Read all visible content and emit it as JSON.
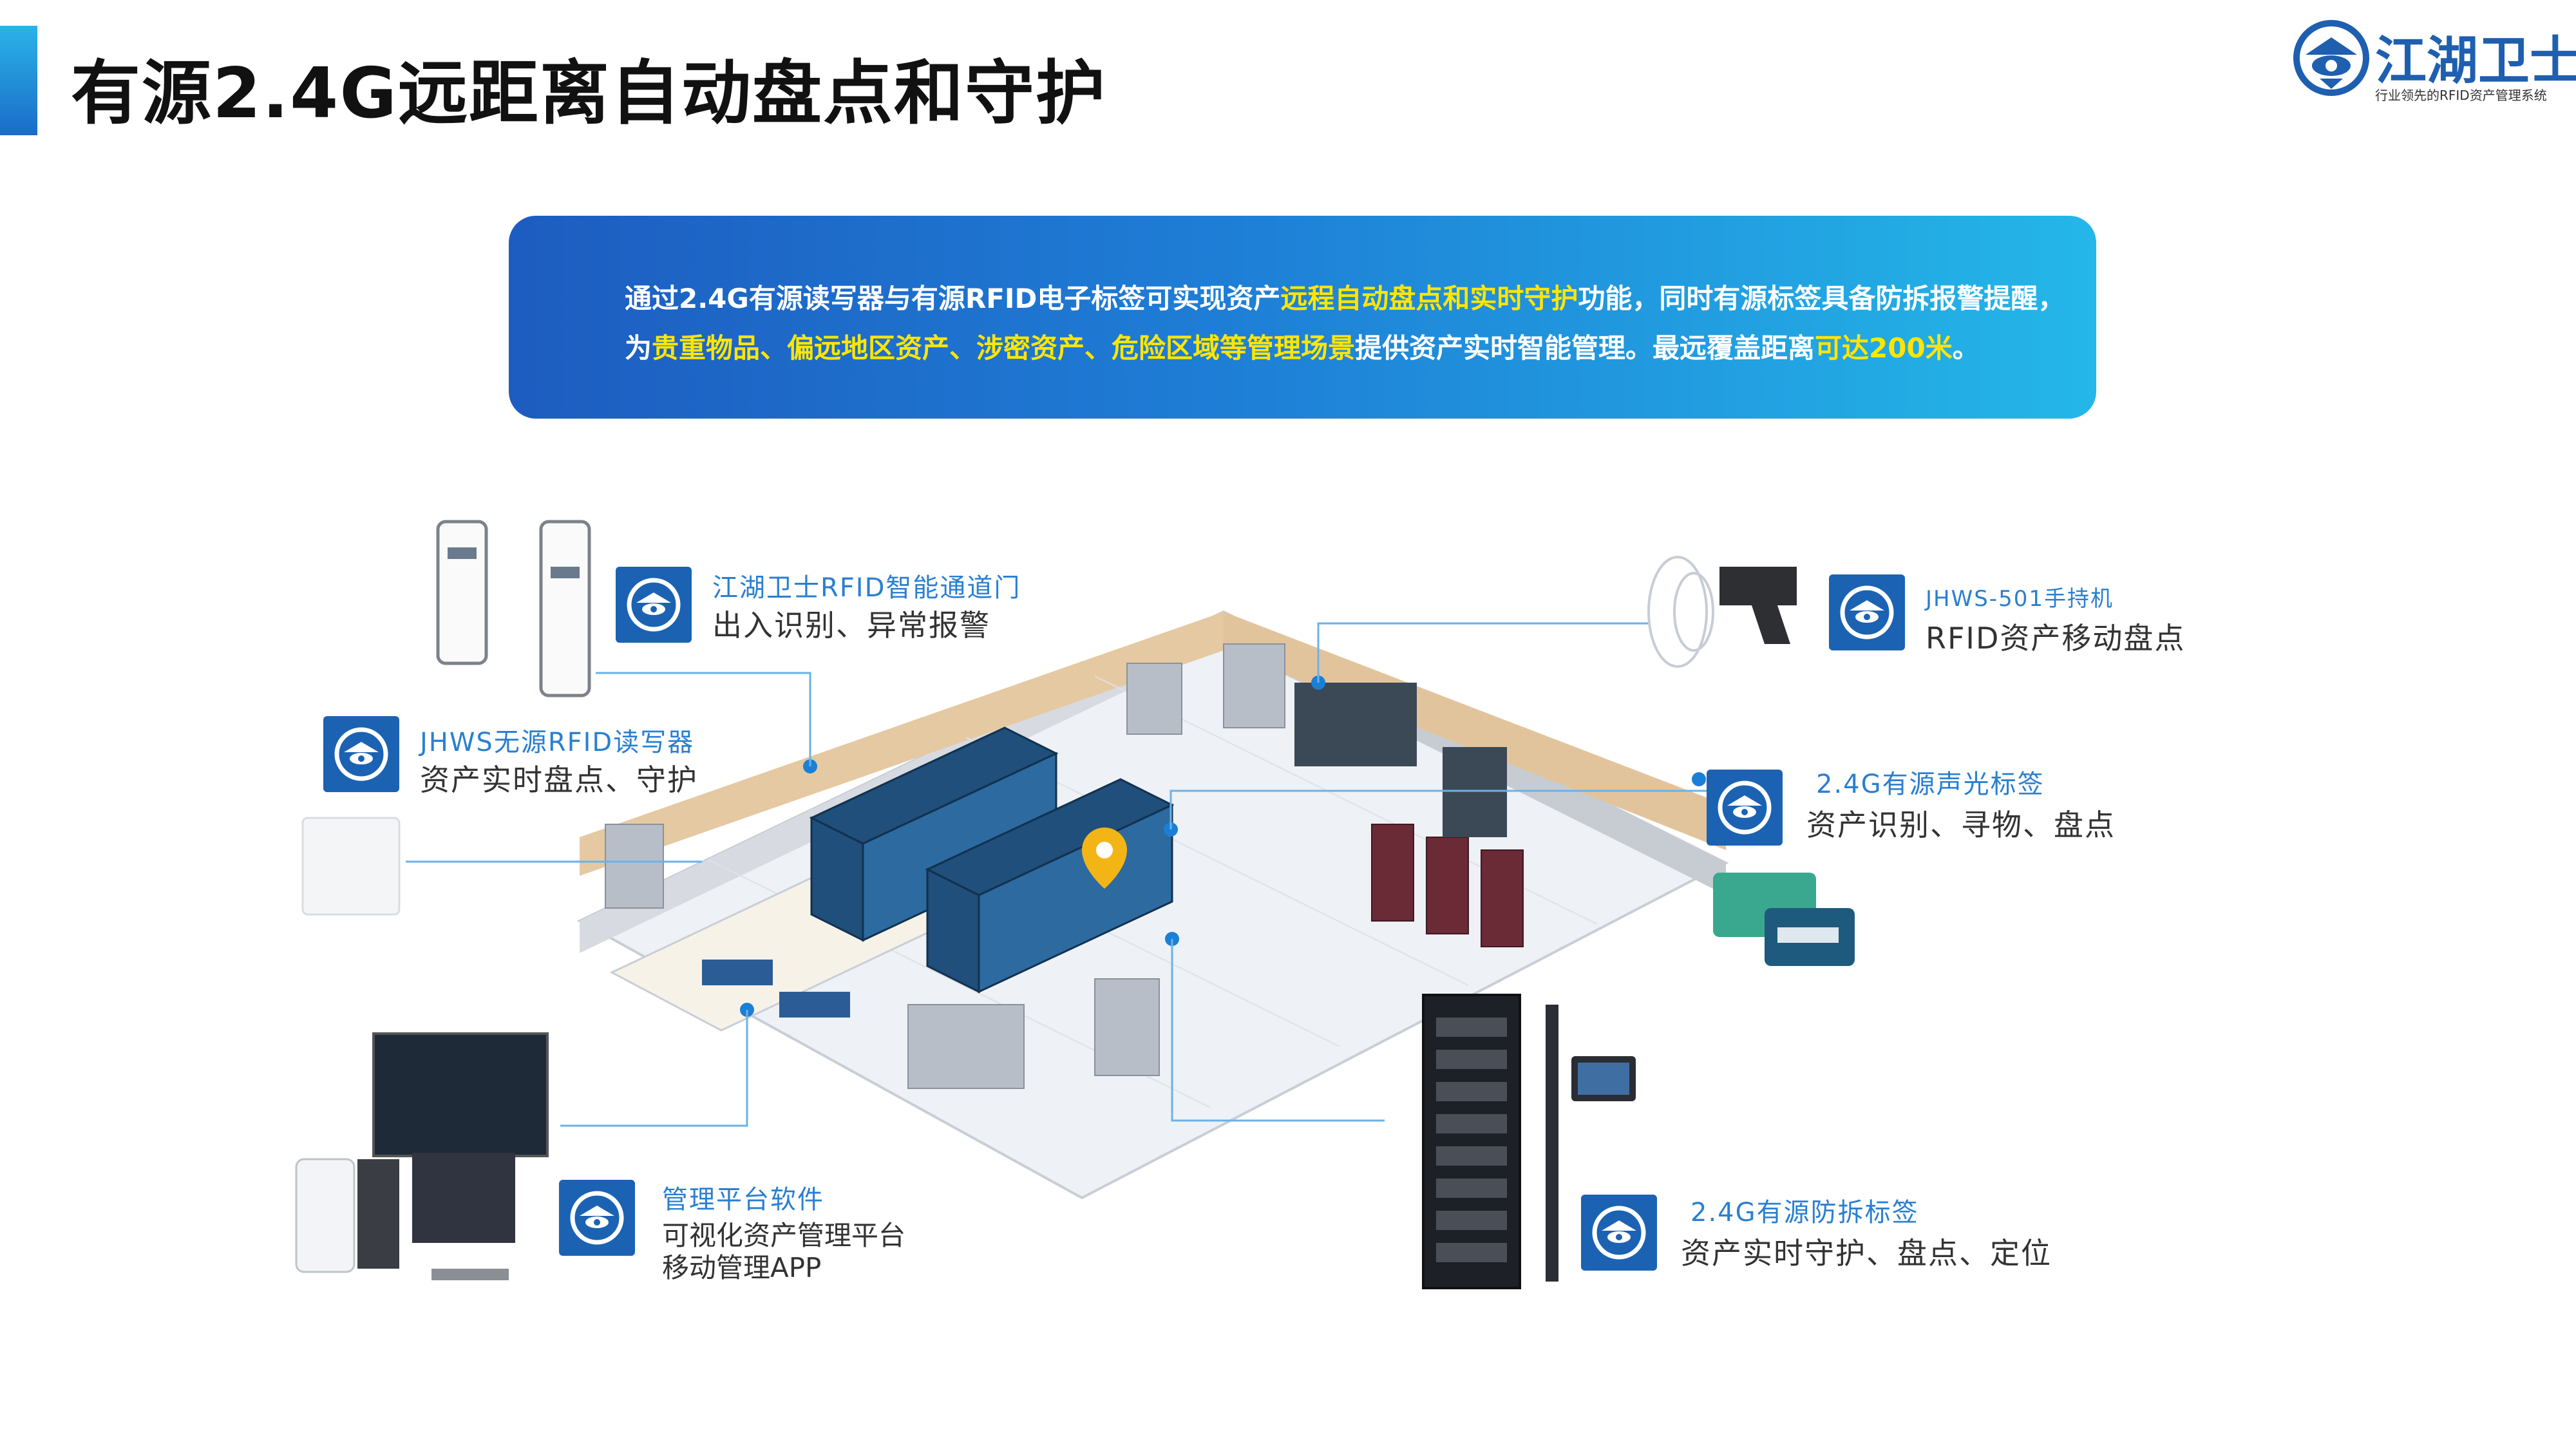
{
  "header": {
    "title": "有源2.4G远距离自动盘点和守护",
    "brand": {
      "name": "江湖卫士",
      "tagline": "行业领先的RFID资产管理系统",
      "color": "#1e5fb0"
    }
  },
  "banner": {
    "line1": {
      "part1": "通过2.4G有源读写器与有源RFID电子标签可实现资产",
      "highlight1": "远程自动盘点和实时守护",
      "part2": "功能，同时有源标签具备防拆报警提醒，"
    },
    "line2": {
      "part1": "为",
      "highlight1": "贵重物品、偏远地区资产、涉密资产、危险区域等管理场景",
      "part2": "提供资产实时智能管理。最远覆盖距离",
      "highlight2": "可达200米",
      "part3": "。"
    },
    "colors": {
      "start": "#1d5cc0",
      "end": "#24b7e8",
      "highlight": "#ffe600"
    }
  },
  "features": [
    {
      "icon": "shield-eye-icon",
      "title": "江湖卫士RFID智能通道门",
      "desc": "出入识别、异常报警"
    },
    {
      "icon": "shield-eye-icon",
      "title": "JHWS无源RFID读写器",
      "desc": "资产实时盘点、守护"
    },
    {
      "icon": "shield-eye-icon",
      "title": "JHWS-501手持机",
      "desc": "RFID资产移动盘点"
    },
    {
      "icon": "shield-eye-icon",
      "title": "2.4G有源声光标签",
      "desc": "资产识别、寻物、盘点"
    },
    {
      "icon": "shield-eye-icon",
      "title": "管理平台软件",
      "desc": "可视化资产管理平台",
      "desc2": "移动管理APP"
    },
    {
      "icon": "shield-eye-icon",
      "title": "2.4G有源防拆标签",
      "desc": "资产实时守护、盘点、定位"
    }
  ]
}
